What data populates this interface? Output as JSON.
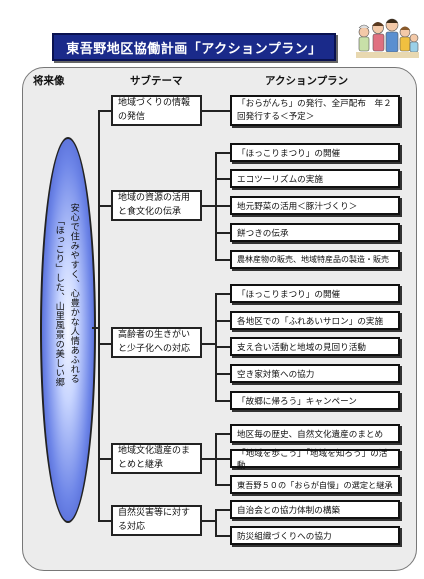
{
  "title": "東吾野地区協働計画「アクションプラン」",
  "headers": {
    "vision": "将来像",
    "subtheme": "サブテーマ",
    "action": "アクションプラン"
  },
  "vision": {
    "line1": "安心で住みやすく、心豊かな人情あふれる",
    "line2": "「ほっこり」した、山里風景の美しい郷"
  },
  "groups": [
    {
      "subtheme": "地域づくりの情報の発信",
      "actions": [
        "「おらがんち」の発行、全戸配布　年２回発行する＜予定＞"
      ]
    },
    {
      "subtheme": "地域の資源の活用と食文化の伝承",
      "actions": [
        "「ほっこりまつり」の開催",
        "エコツーリズムの実施",
        "地元野菜の活用＜豚汁づくり＞",
        "餅つきの伝承",
        "農林産物の販売、地域特産品の製造・販売"
      ]
    },
    {
      "subtheme": "高齢者の生きがいと少子化への対応",
      "actions": [
        "「ほっこりまつり」の開催",
        "各地区での「ふれあいサロン」の実施",
        "支え合い活動と地域の見回り活動",
        "空き家対策への協力",
        "「故郷に帰ろう」キャンペーン"
      ]
    },
    {
      "subtheme": "地域文化遺産のまとめと継承",
      "actions": [
        "地区毎の歴史、自然文化遺産のまとめ",
        "「地域を歩こう」「地域を知ろう」の活動",
        "東吾野５０の「おらが自慢」の選定と継承"
      ]
    },
    {
      "subtheme": "自然災害等に対する対応",
      "actions": [
        "自治会との協力体制の構築",
        "防災組織づくりへの協力"
      ]
    }
  ]
}
